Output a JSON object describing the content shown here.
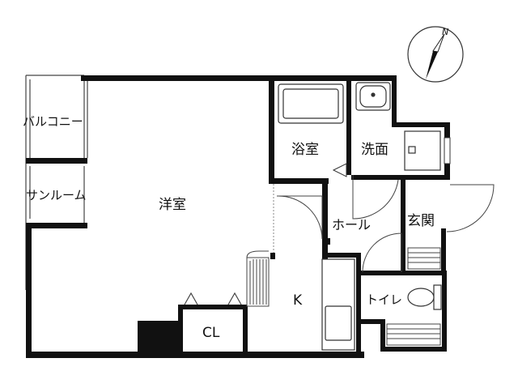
{
  "floor_plan": {
    "compass": {
      "north_label": "N",
      "icon": "compass-icon"
    },
    "rooms": {
      "balcony": "バルコニー",
      "sunroom": "サンルーム",
      "western_room": "洋室",
      "bathroom": "浴室",
      "washroom": "洗面",
      "hall": "ホール",
      "entrance": "玄関",
      "kitchen": "K",
      "toilet": "トイレ",
      "closet": "CL"
    },
    "colors": {
      "wall": "#111111",
      "line": "#333333",
      "background": "#ffffff"
    }
  }
}
